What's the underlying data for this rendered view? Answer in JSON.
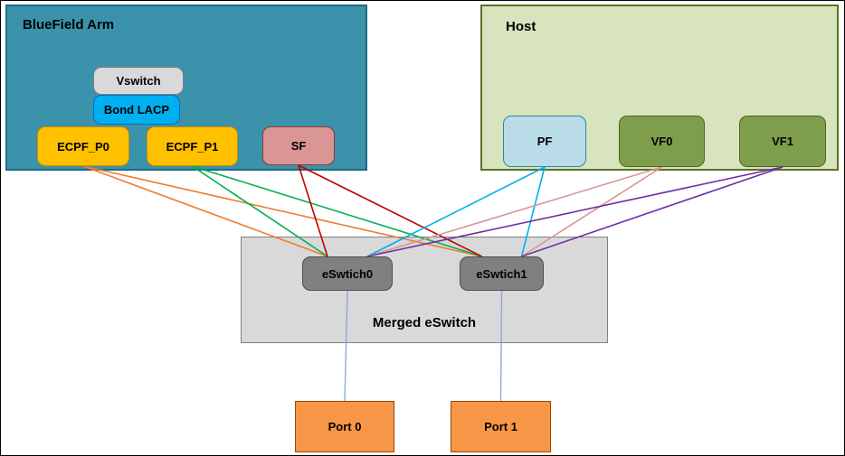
{
  "diagram": {
    "bluefield_arm": {
      "title": "BlueField Arm",
      "vswitch": "Vswitch",
      "bond_lacp": "Bond LACP",
      "ecpf_p0": "ECPF_P0",
      "ecpf_p1": "ECPF_P1",
      "sf": "SF"
    },
    "host": {
      "title": "Host",
      "pf": "PF",
      "vf0": "VF0",
      "vf1": "VF1"
    },
    "merged_eswitch": {
      "title": "Merged eSwitch",
      "eswitch0": "eSwtich0",
      "eswitch1": "eSwtich1"
    },
    "port0": "Port 0",
    "port1": "Port 1"
  },
  "colors": {
    "bluefield_fill": "#3A92AB",
    "host_fill": "#D7E4BD",
    "eswitch_container_fill": "#D9D9D9",
    "vswitch_fill": "#D9D9D9",
    "bond_lacp_fill": "#00B0F0",
    "ecpf_fill": "#FFC000",
    "sf_fill": "#D99694",
    "pf_fill": "#B9DCE8",
    "vf_fill": "#7E9E4B",
    "eswitch_node_fill": "#808080",
    "port_fill": "#F79646",
    "edge_orange": "#ED7D31",
    "edge_green": "#00B050",
    "edge_red": "#C00000",
    "edge_cyan": "#00B0F0",
    "edge_rose": "#D99694",
    "edge_purple": "#7030A0",
    "edge_port_link": "#8EAADB"
  },
  "edges": [
    {
      "from": "ecpf_p0",
      "to": "esw0",
      "color": "edge_orange"
    },
    {
      "from": "ecpf_p0",
      "to": "esw1",
      "color": "edge_orange"
    },
    {
      "from": "ecpf_p1",
      "to": "esw0",
      "color": "edge_green"
    },
    {
      "from": "ecpf_p1",
      "to": "esw1",
      "color": "edge_green"
    },
    {
      "from": "sf",
      "to": "esw0",
      "color": "edge_red"
    },
    {
      "from": "sf",
      "to": "esw1",
      "color": "edge_red"
    },
    {
      "from": "pf",
      "to": "esw0",
      "color": "edge_cyan"
    },
    {
      "from": "pf",
      "to": "esw1",
      "color": "edge_cyan"
    },
    {
      "from": "vf0",
      "to": "esw0",
      "color": "edge_rose"
    },
    {
      "from": "vf0",
      "to": "esw1",
      "color": "edge_rose"
    },
    {
      "from": "vf1",
      "to": "esw0",
      "color": "edge_purple"
    },
    {
      "from": "vf1",
      "to": "esw1",
      "color": "edge_purple"
    },
    {
      "from": "esw0",
      "to": "port0",
      "color": "edge_port_link",
      "drop": true
    },
    {
      "from": "esw1",
      "to": "port1",
      "color": "edge_port_link",
      "drop": true
    }
  ]
}
